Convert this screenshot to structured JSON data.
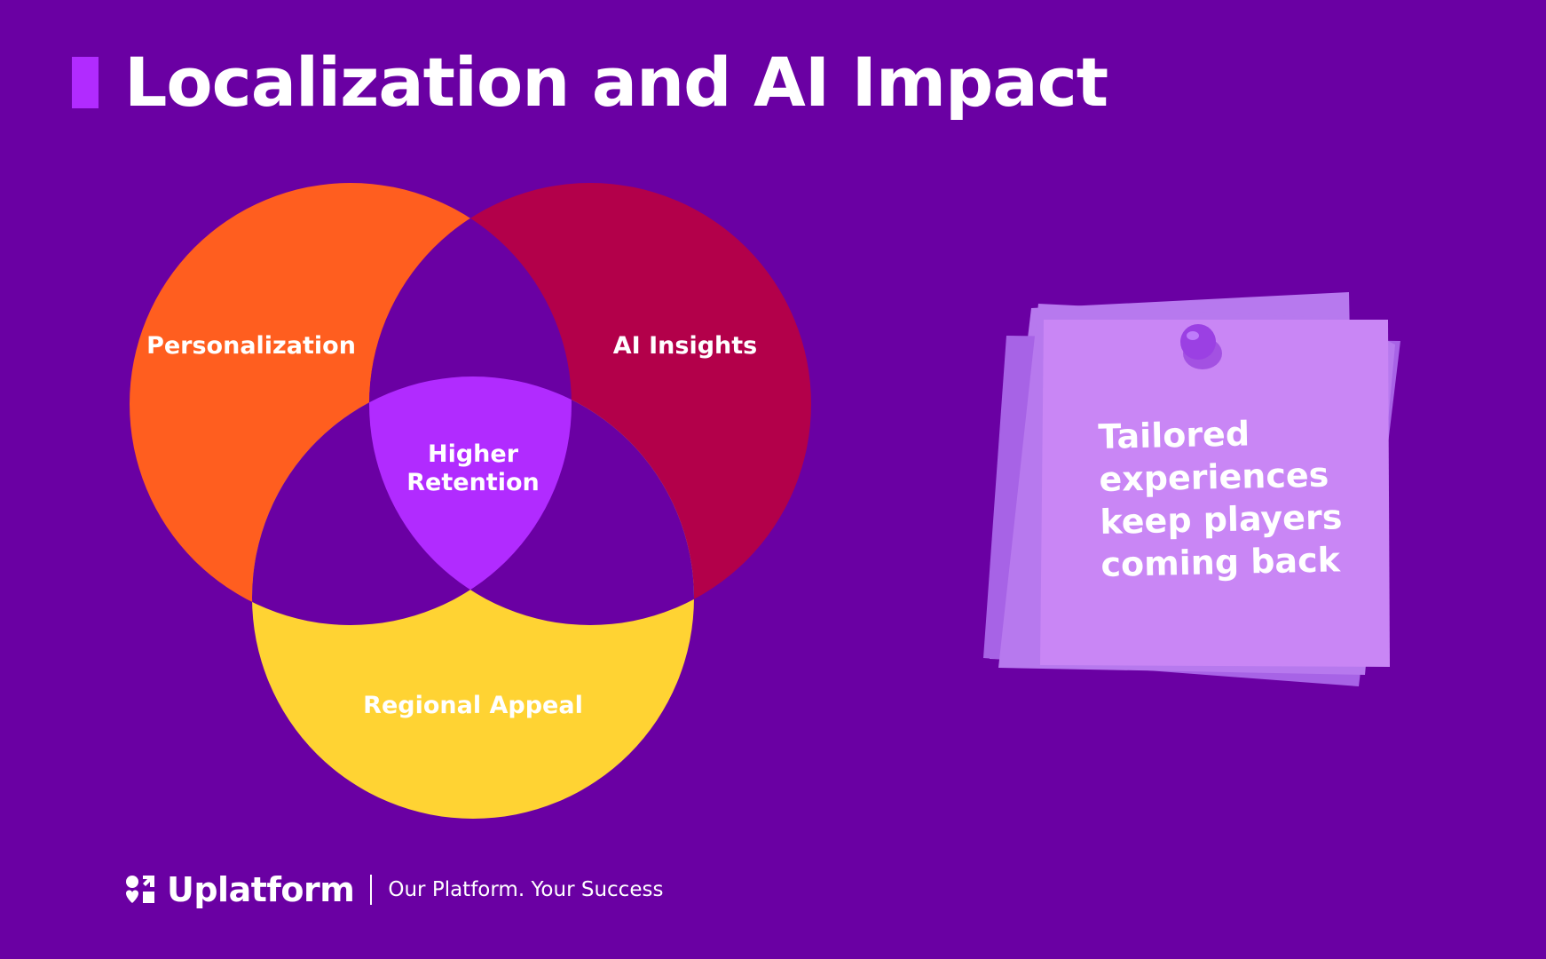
{
  "title": "Localization and AI Impact",
  "colors": {
    "background": "#6A00A3",
    "accent": "#B12BFF",
    "personalization": "#FF5E1F",
    "ai_insights": "#B3004A",
    "regional_appeal": "#FFD333",
    "overlap": "#6A00A3",
    "center": "#B12BFF",
    "note": "#C986F5",
    "note_back": "#B779EE",
    "pin": "#9B40E3"
  },
  "venn": {
    "sets": [
      {
        "label": "Personalization",
        "color": "#FF5E1F"
      },
      {
        "label": "AI Insights",
        "color": "#B3004A"
      },
      {
        "label": "Regional Appeal",
        "color": "#FFD333"
      }
    ],
    "center_label_line1": "Higher",
    "center_label_line2": "Retention"
  },
  "note": {
    "lines": [
      "Tailored",
      "experiences",
      "keep players",
      "coming back"
    ],
    "icon": "pushpin-icon"
  },
  "footer": {
    "brand": "Uplatform",
    "tagline": "Our Platform. Your Success",
    "logo_icon": "uplatform-logo-icon"
  }
}
